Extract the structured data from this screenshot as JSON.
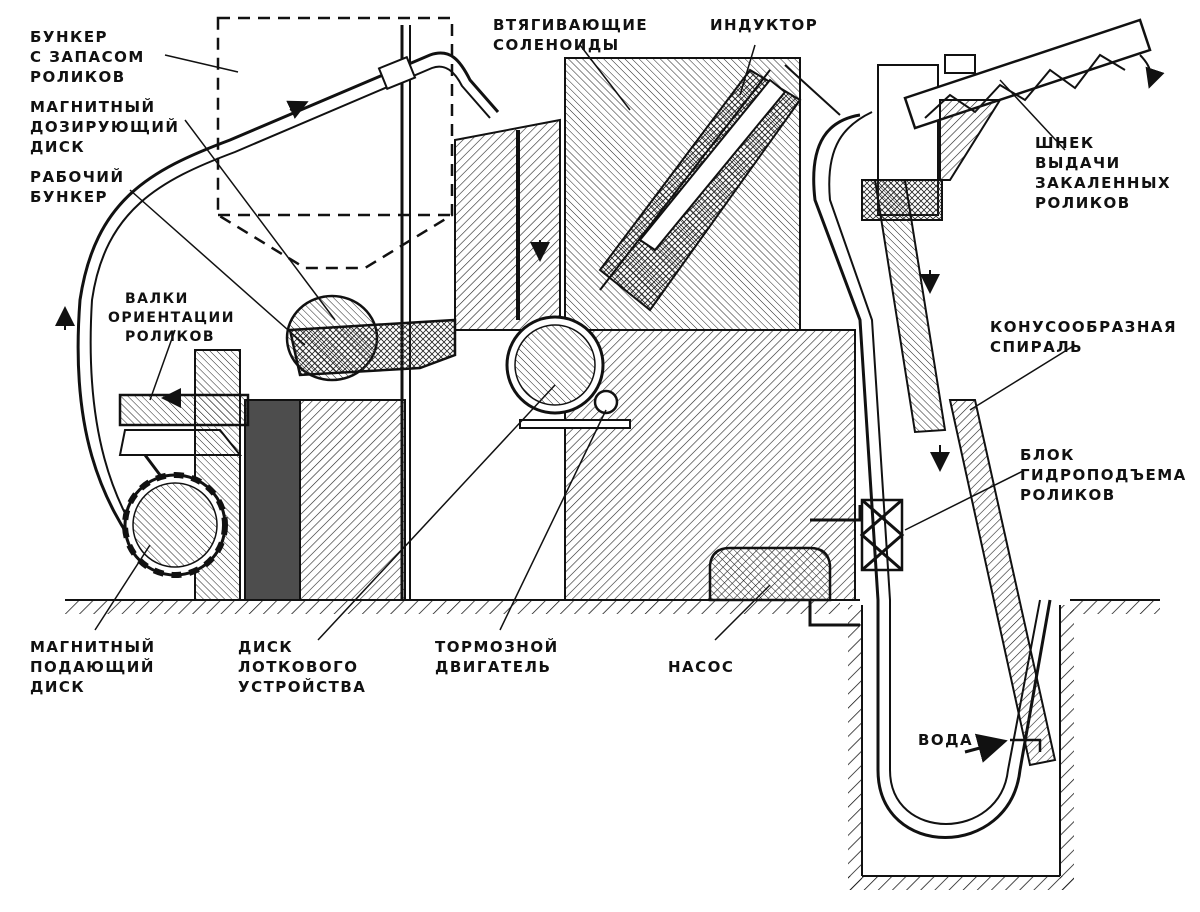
{
  "diagram": {
    "labels": {
      "reserve_bunker": [
        "БУНКЕР",
        "С ЗАПАСОМ",
        "РОЛИКОВ"
      ],
      "dosing_disk": [
        "МАГНИТНЫЙ",
        "ДОЗИРУЮЩИЙ",
        "ДИСК"
      ],
      "working_bunker": [
        "РАБОЧИЙ",
        "БУНКЕР"
      ],
      "orientation_rolls": [
        "ВАЛКИ",
        "ОРИЕНТАЦИИ",
        "РОЛИКОВ"
      ],
      "feeding_disk": [
        "МАГНИТНЫЙ",
        "ПОДАЮЩИЙ",
        "ДИСК"
      ],
      "tray_disk": [
        "ДИСК",
        "ЛОТКОВОГО",
        "УСТРОЙСТВА"
      ],
      "brake_motor": [
        "ТОРМОЗНОЙ",
        "ДВИГАТЕЛЬ"
      ],
      "pump": [
        "НАСОС"
      ],
      "solenoids": [
        "ВТЯГИВАЮЩИЕ",
        "СОЛЕНОИДЫ"
      ],
      "inductor": [
        "ИНДУКТОР"
      ],
      "auger": [
        "ШНЕК",
        "ВЫДАЧИ",
        "ЗАКАЛЕННЫХ",
        "РОЛИКОВ"
      ],
      "cone_spiral": [
        "КОНУСООБРАЗНАЯ",
        "СПИРАЛЬ"
      ],
      "hydrolift_block": [
        "БЛОК",
        "ГИДРОПОДЪЕМА",
        "РОЛИКОВ"
      ],
      "water": [
        "ВОДА"
      ]
    }
  }
}
